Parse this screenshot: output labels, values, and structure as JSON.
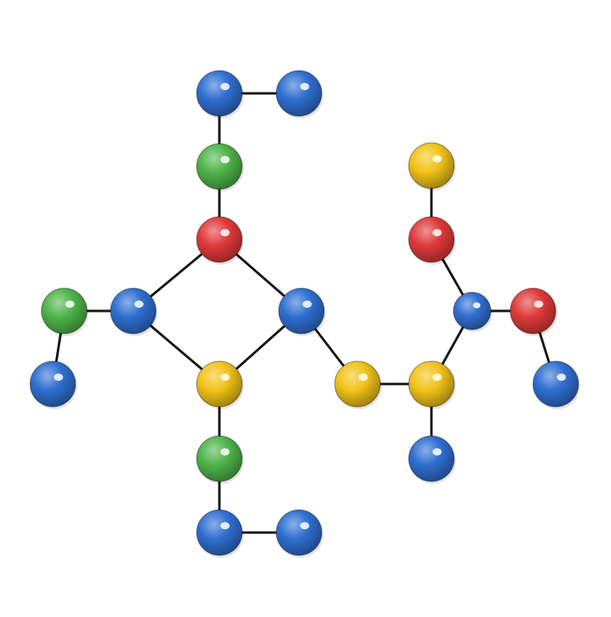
{
  "diagram": {
    "kind": "molecular ball-and-stick structure",
    "background": "#ffffff",
    "bond_color": "#151515",
    "element_colors": {
      "blue": "#2f6fd1",
      "green": "#4fb44a",
      "red": "#e03a3a",
      "yellow": "#f2c318"
    },
    "atoms": [
      {
        "id": "a1",
        "color": "blue"
      },
      {
        "id": "a2",
        "color": "blue"
      },
      {
        "id": "a3",
        "color": "green"
      },
      {
        "id": "a4",
        "color": "red"
      },
      {
        "id": "a5",
        "color": "blue"
      },
      {
        "id": "a6",
        "color": "blue"
      },
      {
        "id": "a7",
        "color": "yellow"
      },
      {
        "id": "a8",
        "color": "green"
      },
      {
        "id": "a9",
        "color": "blue"
      },
      {
        "id": "a10",
        "color": "green"
      },
      {
        "id": "a11",
        "color": "blue"
      },
      {
        "id": "a12",
        "color": "blue"
      },
      {
        "id": "a13",
        "color": "blue"
      },
      {
        "id": "a14",
        "color": "yellow"
      },
      {
        "id": "a15",
        "color": "yellow"
      },
      {
        "id": "a16",
        "color": "blue"
      },
      {
        "id": "a17",
        "color": "blue"
      },
      {
        "id": "a18",
        "color": "red"
      },
      {
        "id": "a19",
        "color": "yellow"
      },
      {
        "id": "a20",
        "color": "red"
      },
      {
        "id": "a21",
        "color": "blue"
      }
    ],
    "bonds": [
      [
        "a1",
        "a2"
      ],
      [
        "a1",
        "a3"
      ],
      [
        "a3",
        "a4"
      ],
      [
        "a4",
        "a5"
      ],
      [
        "a4",
        "a6"
      ],
      [
        "a5",
        "a7"
      ],
      [
        "a6",
        "a7"
      ],
      [
        "a7",
        "a8"
      ],
      [
        "a8",
        "a9"
      ],
      [
        "a9",
        "a11"
      ],
      [
        "a5",
        "a10"
      ],
      [
        "a10",
        "a12"
      ],
      [
        "a6",
        "a14"
      ],
      [
        "a14",
        "a15"
      ],
      [
        "a15",
        "a16"
      ],
      [
        "a15",
        "a17"
      ],
      [
        "a17",
        "a18"
      ],
      [
        "a18",
        "a19"
      ],
      [
        "a17",
        "a20"
      ],
      [
        "a20",
        "a21"
      ]
    ]
  }
}
